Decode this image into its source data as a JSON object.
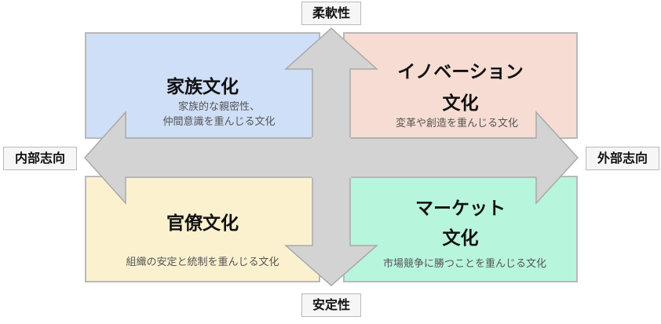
{
  "quadrants": {
    "top_left": {
      "title": [
        "家族文化"
      ],
      "description": [
        "家族的な親密性、",
        "仲間意識を重んじる文化"
      ],
      "color": "#cfdff7"
    },
    "top_right": {
      "title": [
        "イノベーション",
        "文化"
      ],
      "description": [
        "変革や創造を重んじる文化"
      ],
      "color": "#f6dcd2"
    },
    "bottom_left": {
      "title": [
        "官僚文化"
      ],
      "description": [
        "組織の安定と統制を重んじる文化"
      ],
      "color": "#fcf1cf"
    },
    "bottom_right": {
      "title": [
        "マーケット",
        "文化"
      ],
      "description": [
        "市場競争に勝つことを重んじる文化"
      ],
      "color": "#b8f5dd"
    }
  },
  "axes": {
    "top": "柔軟性",
    "bottom": "安定性",
    "left": "内部志向",
    "right": "外部志向"
  },
  "arrow_color": "#d3d3d3"
}
